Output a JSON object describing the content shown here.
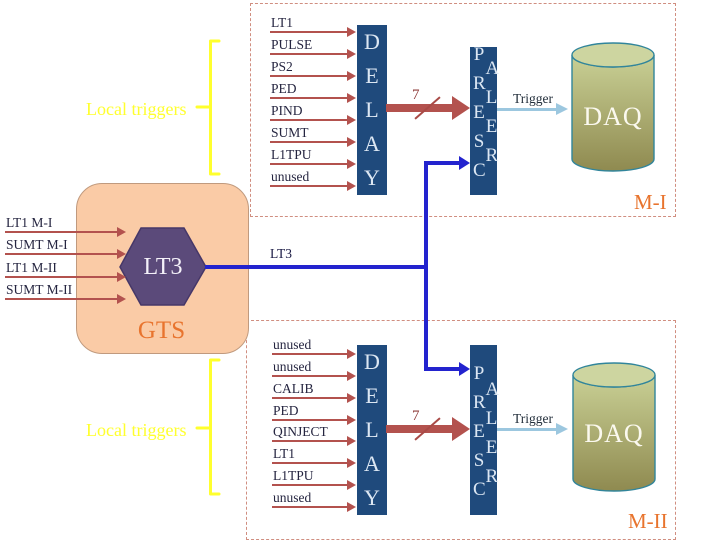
{
  "gts": {
    "box_label": "GTS",
    "hex_label": "LT3",
    "inputs": [
      "LT1 M-I",
      "SUMT M-I",
      "LT1 M-II",
      "SUMT M-II"
    ],
    "output_label": "LT3"
  },
  "local_triggers": {
    "top_label": "Local triggers",
    "bottom_label": "Local triggers"
  },
  "m1": {
    "region_label": "M-I",
    "inputs": [
      "LT1",
      "PULSE",
      "PS2",
      "PED",
      "PIND",
      "SUMT",
      "L1TPU",
      "unused"
    ],
    "delay_label": "DELAY",
    "prescaler_left": "PRESC",
    "prescaler_right": "ALER",
    "bus_width": "7",
    "trigger_label": "Trigger",
    "daq_label": "DAQ"
  },
  "m2": {
    "region_label": "M-II",
    "inputs": [
      "unused",
      "unused",
      "CALIB",
      "PED",
      "QINJECT",
      "LT1",
      "L1TPU",
      "unused"
    ],
    "delay_label": "DELAY",
    "prescaler_left": "PRESC",
    "prescaler_right": "ALER",
    "bus_width": "7",
    "trigger_label": "Trigger",
    "daq_label": "DAQ"
  },
  "colors": {
    "block_blue": "#1f4a7c",
    "arrow_red": "#b3524e",
    "route_blue": "#2323ce",
    "trigger_blue": "#9cc7df",
    "accent_orange": "#e8742e",
    "brace_yellow": "#ffff2e",
    "gts_fill": "#facba6",
    "hex_purple": "#5b4a7a",
    "daq_stroke_teal": "#31859b",
    "region_border": "#d08e80"
  }
}
